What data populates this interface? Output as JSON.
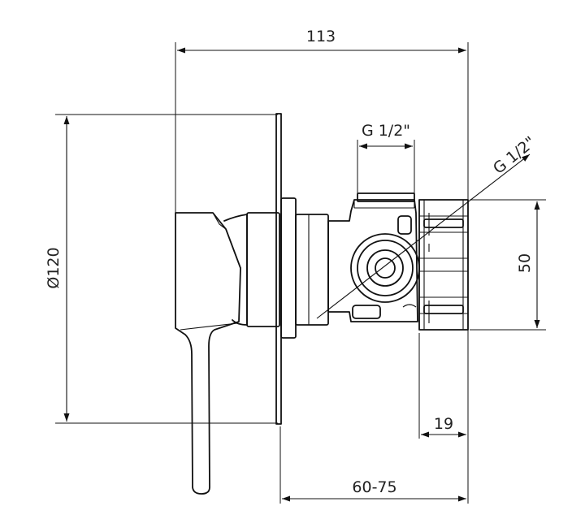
{
  "dimensions": {
    "overall_length": "113",
    "diameter": "Ø120",
    "thread_top": "G 1/2\"",
    "thread_diagonal": "G 1/2\"",
    "height": "50",
    "depth": "19",
    "range": "60-75"
  },
  "colors": {
    "line": "#111111",
    "text": "#222222",
    "background": "#ffffff"
  }
}
